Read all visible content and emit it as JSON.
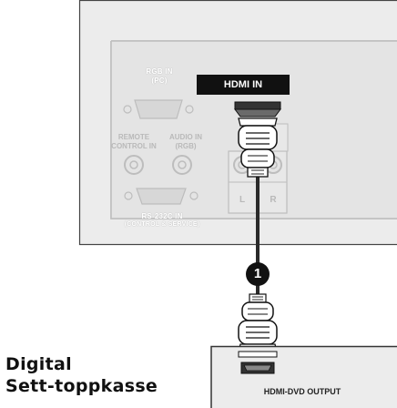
{
  "diagram": {
    "tv_panel": {
      "hdmi_in_label": "HDMI IN",
      "rgb_in_label_1": "RGB IN",
      "rgb_in_label_2": "(PC)",
      "remote_label_1": "REMOTE",
      "remote_label_2": "CONTROL IN",
      "audio_in_label_1": "AUDIO IN",
      "audio_in_label_2": "(RGB)",
      "rs232c_label_1": "RS-232C IN",
      "rs232c_label_2": "(CONTROL & SERVICE)",
      "audio_l": "L",
      "audio_r": "R"
    },
    "step_number": "1",
    "device_name_line1": "Digital",
    "device_name_line2": "Sett-toppkasse",
    "device_output_label": "HDMI-DVD OUTPUT"
  }
}
